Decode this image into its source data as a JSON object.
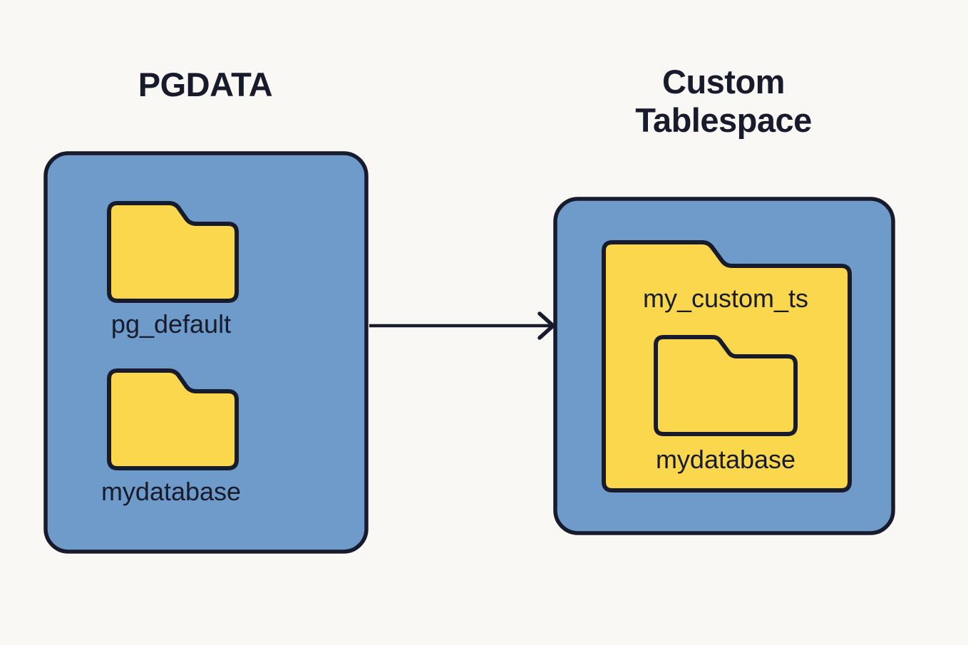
{
  "diagram": {
    "title_left": "PGDATA",
    "title_right": "Custom\nTablespace",
    "background_color": "#faf8f4",
    "stroke_color": "#171b2b",
    "panel_color": "#6e9bc9",
    "folder_color": "#fbd74e"
  },
  "left_panel": {
    "name": "PGDATA",
    "folders": [
      {
        "label": "pg_default",
        "kind": "folder-filled"
      },
      {
        "label": "mydatabase",
        "kind": "folder-filled"
      }
    ]
  },
  "right_panel": {
    "name": "Custom Tablespace",
    "folders": [
      {
        "label": "my_custom_ts",
        "kind": "folder-filled",
        "children": [
          {
            "label": "mydatabase",
            "kind": "folder-outline"
          }
        ]
      }
    ]
  },
  "connector": {
    "kind": "arrow",
    "from": "PGDATA",
    "to": "Custom Tablespace",
    "direction": "right"
  }
}
